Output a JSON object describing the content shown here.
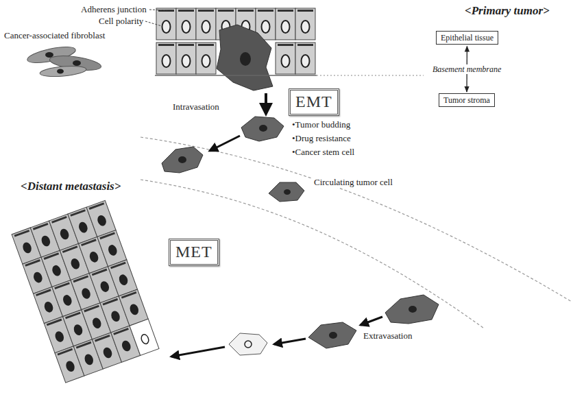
{
  "diagram": {
    "nodes": [
      {
        "text": [
          "Epithelial tissue"
        ]
      },
      {
        "text": [
          "Tumor stroma"
        ]
      },
      {
        "text": [
          "EMT"
        ]
      },
      {
        "text": [
          "MET"
        ]
      }
    ],
    "edges": [
      {
        "from": 0,
        "to": 1,
        "label": "Basement membrane",
        "arrow": "both"
      }
    ],
    "labels": [
      "<Primary tumor>",
      "Adherens junction",
      "Cell polarity",
      "Cancer-associated fibroblast",
      "Intravasation",
      "•Tumor budding",
      "•Drug resistance",
      "•Cancer stem cell",
      "<Distant metastasis>",
      "Circulating tumor cell",
      "Extravasation"
    ]
  }
}
